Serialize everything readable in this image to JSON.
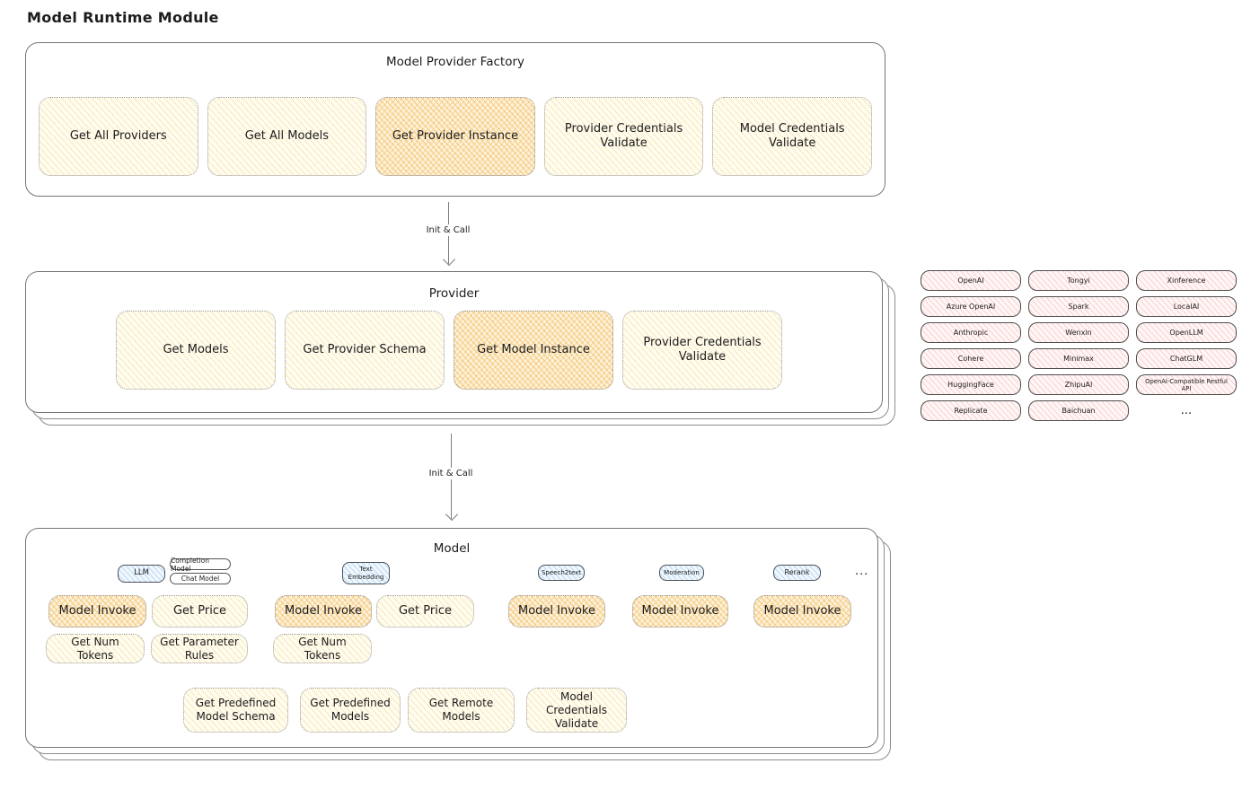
{
  "page_title": "Model Runtime Module",
  "colors": {
    "yellow_fill": "#fffcf0",
    "orange_fill": "#fdf2da",
    "pink_fill": "#fbe5e5",
    "blue_fill": "#ddedfb",
    "stroke": "#767676"
  },
  "factory": {
    "title": "Model Provider Factory",
    "items": [
      "Get All Providers",
      "Get All Models",
      "Get Provider Instance",
      "Provider Credentials Validate",
      "Model Credentials Validate"
    ]
  },
  "arrows": {
    "label1": "Init & Call",
    "label2": "Init & Call"
  },
  "provider": {
    "title": "Provider",
    "items": [
      "Get Models",
      "Get Provider Schema",
      "Get Model Instance",
      "Provider Credentials Validate"
    ]
  },
  "providers_grid": {
    "cells": [
      "OpenAI",
      "Tongyi",
      "Xinference",
      "Azure OpenAI",
      "Spark",
      "LocalAI",
      "Anthropic",
      "Wenxin",
      "OpenLLM",
      "Cohere",
      "Minimax",
      "ChatGLM",
      "HuggingFace",
      "ZhipuAI",
      "OpenAI-Compatible Restful API",
      "Replicate",
      "Baichuan"
    ],
    "ellipsis": "..."
  },
  "model": {
    "title": "Model",
    "tags": {
      "llm": "LLM",
      "completion": "Completion Model",
      "chat": "Chat Model",
      "text_embedding": "Text Embedding",
      "speech2text": "Speech2text",
      "moderation": "Moderation",
      "rerank": "Rerank"
    },
    "tags_ellipsis": "...",
    "ops": {
      "model_invoke": "Model Invoke",
      "get_price": "Get Price",
      "get_num_tokens": "Get Num Tokens",
      "get_parameter_rules": "Get Parameter Rules"
    },
    "bottom": [
      "Get Predefined Model Schema",
      "Get Predefined Models",
      "Get Remote Models",
      "Model Credentials Validate"
    ]
  }
}
